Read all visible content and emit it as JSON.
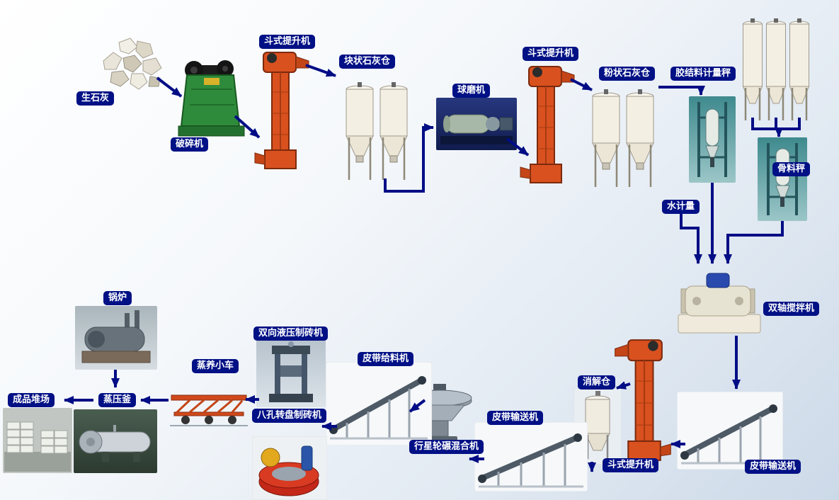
{
  "colors": {
    "label_bg": "#001085",
    "label_text": "#ffffff",
    "arrow": "#000d85"
  },
  "labels": {
    "quicklime": "生石灰",
    "crusher": "破碎机",
    "bucket_elevator_1": "斗式提升机",
    "block_lime_silo": "块状石灰仓",
    "ball_mill": "球磨机",
    "bucket_elevator_2": "斗式提升机",
    "powder_lime_silo": "粉状石灰仓",
    "binder_metering_scale": "胶结料计量秤",
    "aggregate_scale": "骨料秤",
    "water_metering": "水计量",
    "twin_shaft_mixer": "双轴搅拌机",
    "belt_conveyor_1": "皮带输送机",
    "bucket_elevator_3": "斗式提升机",
    "slaking_silo": "消解仓",
    "belt_conveyor_2": "皮带输送机",
    "planetary_wheel_mixer": "行星轮碾混合机",
    "belt_feeder": "皮带给料机",
    "hydraulic_brick_machine": "双向液压制砖机",
    "rotary_brick_machine": "八孔转盘制砖机",
    "steam_curing_trolley": "蒸养小车",
    "autoclave": "蒸压釜",
    "finished_product_yard": "成品堆场",
    "boiler": "锅炉"
  }
}
